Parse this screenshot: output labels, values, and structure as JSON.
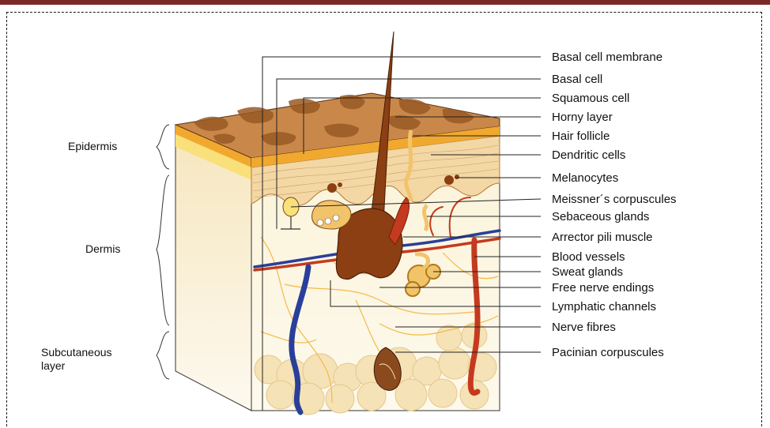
{
  "labels": [
    "Basal cell membrane",
    "Basal cell",
    "Squamous cell",
    "Horny layer",
    "Hair follicle",
    "Dendritic cells",
    "Melanocytes",
    "Meissner´s corpuscules",
    "Sebaceous glands",
    "Arrector pili muscle",
    "Blood vessels",
    "Sweat glands",
    "Free nerve endings",
    "Lymphatic channels",
    "Nerve fibres",
    "Pacinian corpuscules"
  ],
  "layers": {
    "epidermis": "Epidermis",
    "dermis": "Dermis",
    "subcutaneous_line1": "Subcutaneous",
    "subcutaneous_line2": "layer"
  },
  "colors": {
    "band": "#7a2a24",
    "horny": "#c9884a",
    "horny_dark": "#9a5a24",
    "epidermis": "#f3d7a4",
    "dermis": "#fbf4dc",
    "hair": "#8b3f12",
    "artery": "#c43a1e",
    "vein": "#2a3f9b",
    "fat": "#f5e2b6",
    "nerve": "#f3b94a"
  }
}
